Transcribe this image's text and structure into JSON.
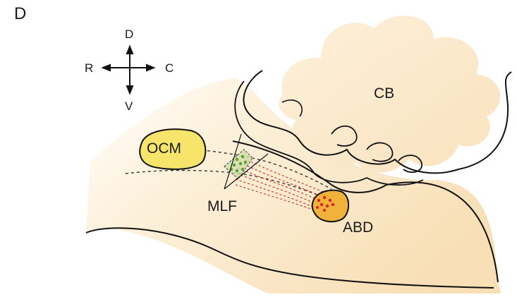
{
  "panel_label": "D",
  "compass": {
    "up": "D",
    "down": "V",
    "left": "R",
    "right": "C"
  },
  "regions": {
    "cerebellum": "CB",
    "oculomotor": "OCM",
    "mlf": "MLF",
    "abducens": "ABD"
  },
  "colors": {
    "brain_fill": "#fbe7c5",
    "brain_fill_light": "#fdf2de",
    "nucleus_yellow": "#f7e56b",
    "abducens_fill": "#f0b23a",
    "abducens_cells": "#d8241c",
    "mlf_cells": "#5f9a3a",
    "outline": "#111111"
  }
}
